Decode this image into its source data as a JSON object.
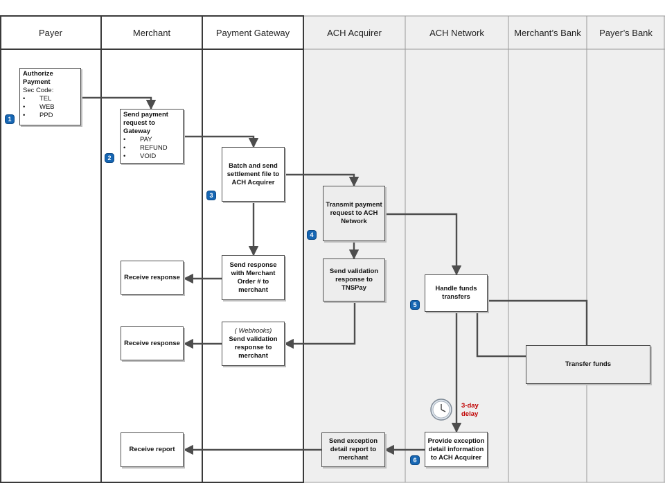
{
  "lanes": [
    {
      "label": "Payer"
    },
    {
      "label": "Merchant"
    },
    {
      "label": "Payment Gateway"
    },
    {
      "label": "ACH Acquirer"
    },
    {
      "label": "ACH Network"
    },
    {
      "label": "Merchant’s Bank"
    },
    {
      "label": "Payer’s Bank"
    }
  ],
  "boxes": {
    "authorize": {
      "title": "Authorize Payment",
      "sub": "Sec Code:",
      "items": [
        "TEL",
        "WEB",
        "PPD"
      ]
    },
    "send_request": {
      "title": "Send payment request to Gateway",
      "items": [
        "PAY",
        "REFUND",
        "VOID"
      ]
    },
    "batch": {
      "text": "Batch and send settlement file to ACH Acquirer"
    },
    "transmit": {
      "text": "Transmit payment request to ACH Network"
    },
    "send_response": {
      "text": "Send response with Merchant Order # to merchant"
    },
    "receive_response_1": {
      "text": "Receive response"
    },
    "validation_tnspay": {
      "text": "Send validation response to TNSPay"
    },
    "handle_funds": {
      "text": "Handle funds transfers"
    },
    "webhooks": {
      "note": "( Webhooks)",
      "text": "Send validation response to merchant"
    },
    "receive_response_2": {
      "text": "Receive response"
    },
    "transfer_funds": {
      "text": "Transfer funds"
    },
    "receive_report": {
      "text": "Receive report"
    },
    "send_exception": {
      "text": "Send exception detail report to merchant"
    },
    "provide_exception": {
      "text": "Provide exception detail information to ACH Acquirer"
    }
  },
  "steps": [
    "1",
    "2",
    "3",
    "4",
    "5",
    "6"
  ],
  "delay": {
    "line1": "3-day",
    "line2": "delay"
  },
  "colors": {
    "badge": "#1666b3",
    "delay_text": "#c00000",
    "grey_lane": "#efefef",
    "line": "#4d4d4d"
  }
}
